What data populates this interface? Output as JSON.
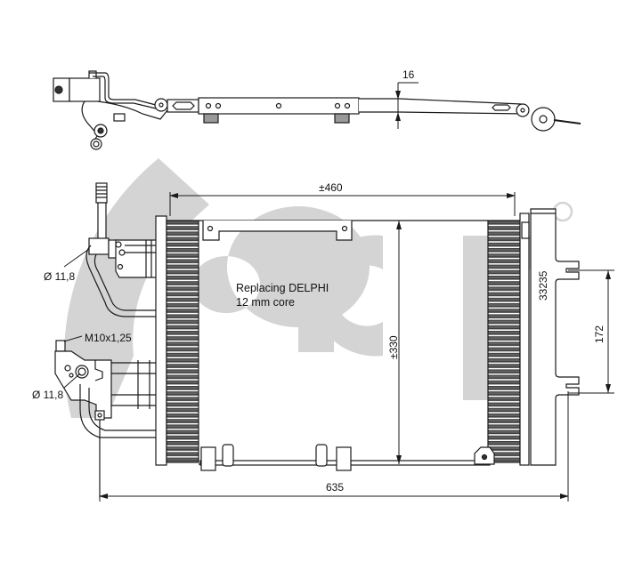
{
  "watermark": {
    "brand": "acr",
    "registered_mark": "®",
    "color": "#d4d4d4"
  },
  "note": {
    "line1": "Replacing DELPHI",
    "line2": "12 mm core"
  },
  "dimensions": {
    "top_thickness": "16",
    "core_width": "±460",
    "core_height": "±330",
    "overall_width": "635",
    "bracket_spacing": "172",
    "part_number": "33235"
  },
  "callouts": {
    "inlet_diameter": "Ø 11,8",
    "thread": "M10x1,25",
    "outlet_diameter": "Ø 11,8"
  },
  "colors": {
    "line": "#1a1a1a",
    "fin_fill": "#3a3a3a",
    "background": "#ffffff"
  }
}
